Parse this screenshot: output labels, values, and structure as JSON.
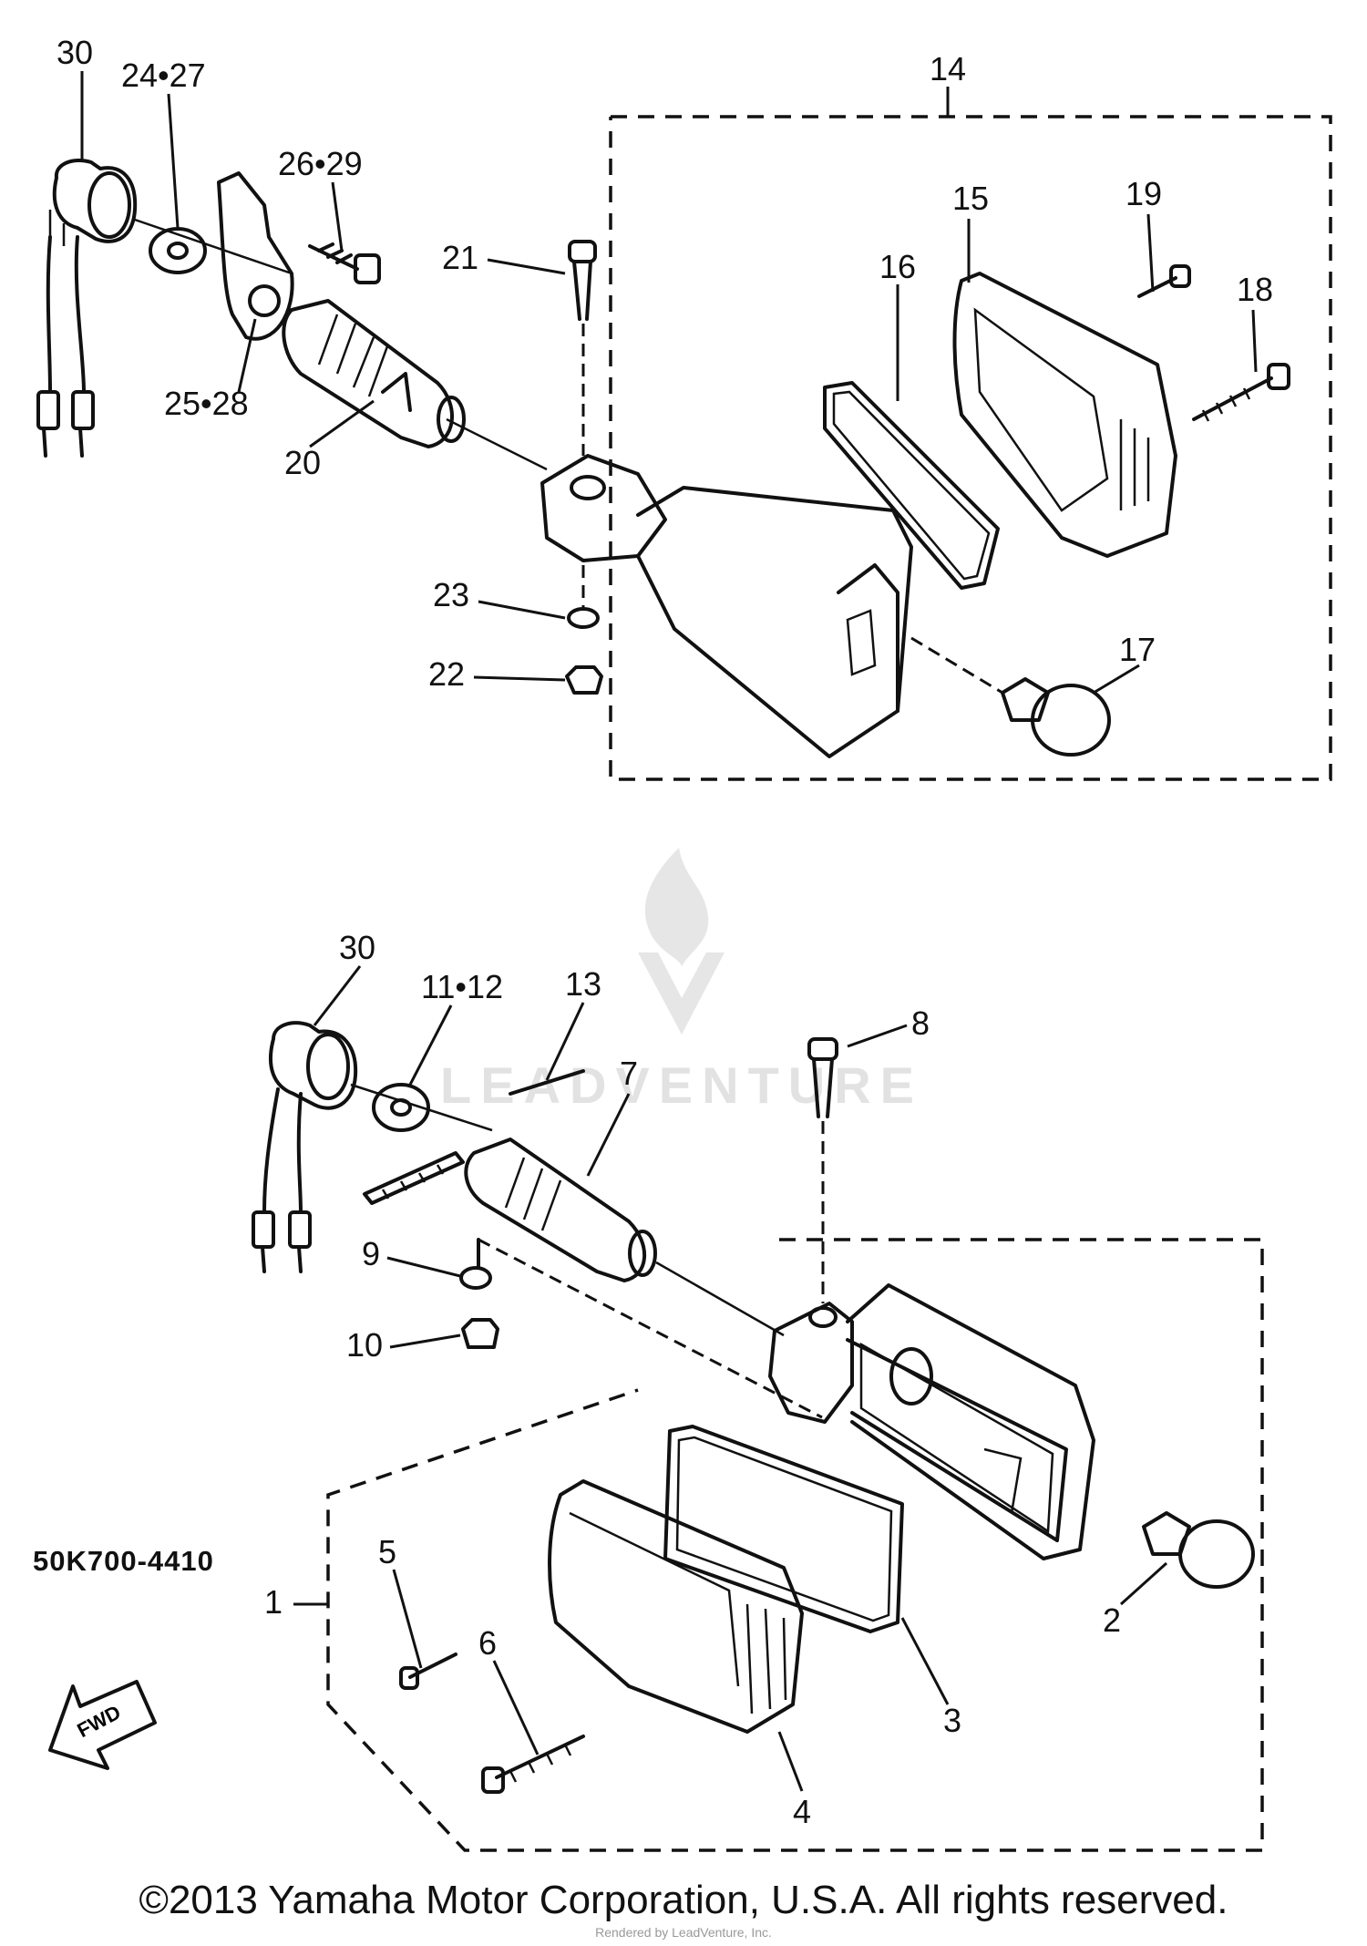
{
  "watermark": {
    "text": "LEADVENTURE"
  },
  "diagram_code": "50K700-4410",
  "fwd_label": "FWD",
  "labels": {
    "top": {
      "p30": "30",
      "p24_27": "24•27",
      "p26_29": "26•29",
      "p25_28": "25•28",
      "p20": "20",
      "p21": "21",
      "p23": "23",
      "p22": "22",
      "p14": "14",
      "p15": "15",
      "p16": "16",
      "p17": "17",
      "p18": "18",
      "p19": "19"
    },
    "bottom": {
      "p30": "30",
      "p11_12": "11•12",
      "p13": "13",
      "p7": "7",
      "p8": "8",
      "p9": "9",
      "p10": "10",
      "p1": "1",
      "p2": "2",
      "p3": "3",
      "p4": "4",
      "p5": "5",
      "p6": "6"
    }
  },
  "footer": {
    "copyright": "©2013 Yamaha Motor Corporation, U.S.A. All rights reserved.",
    "rendered_by": "Rendered by LeadVenture, Inc."
  }
}
